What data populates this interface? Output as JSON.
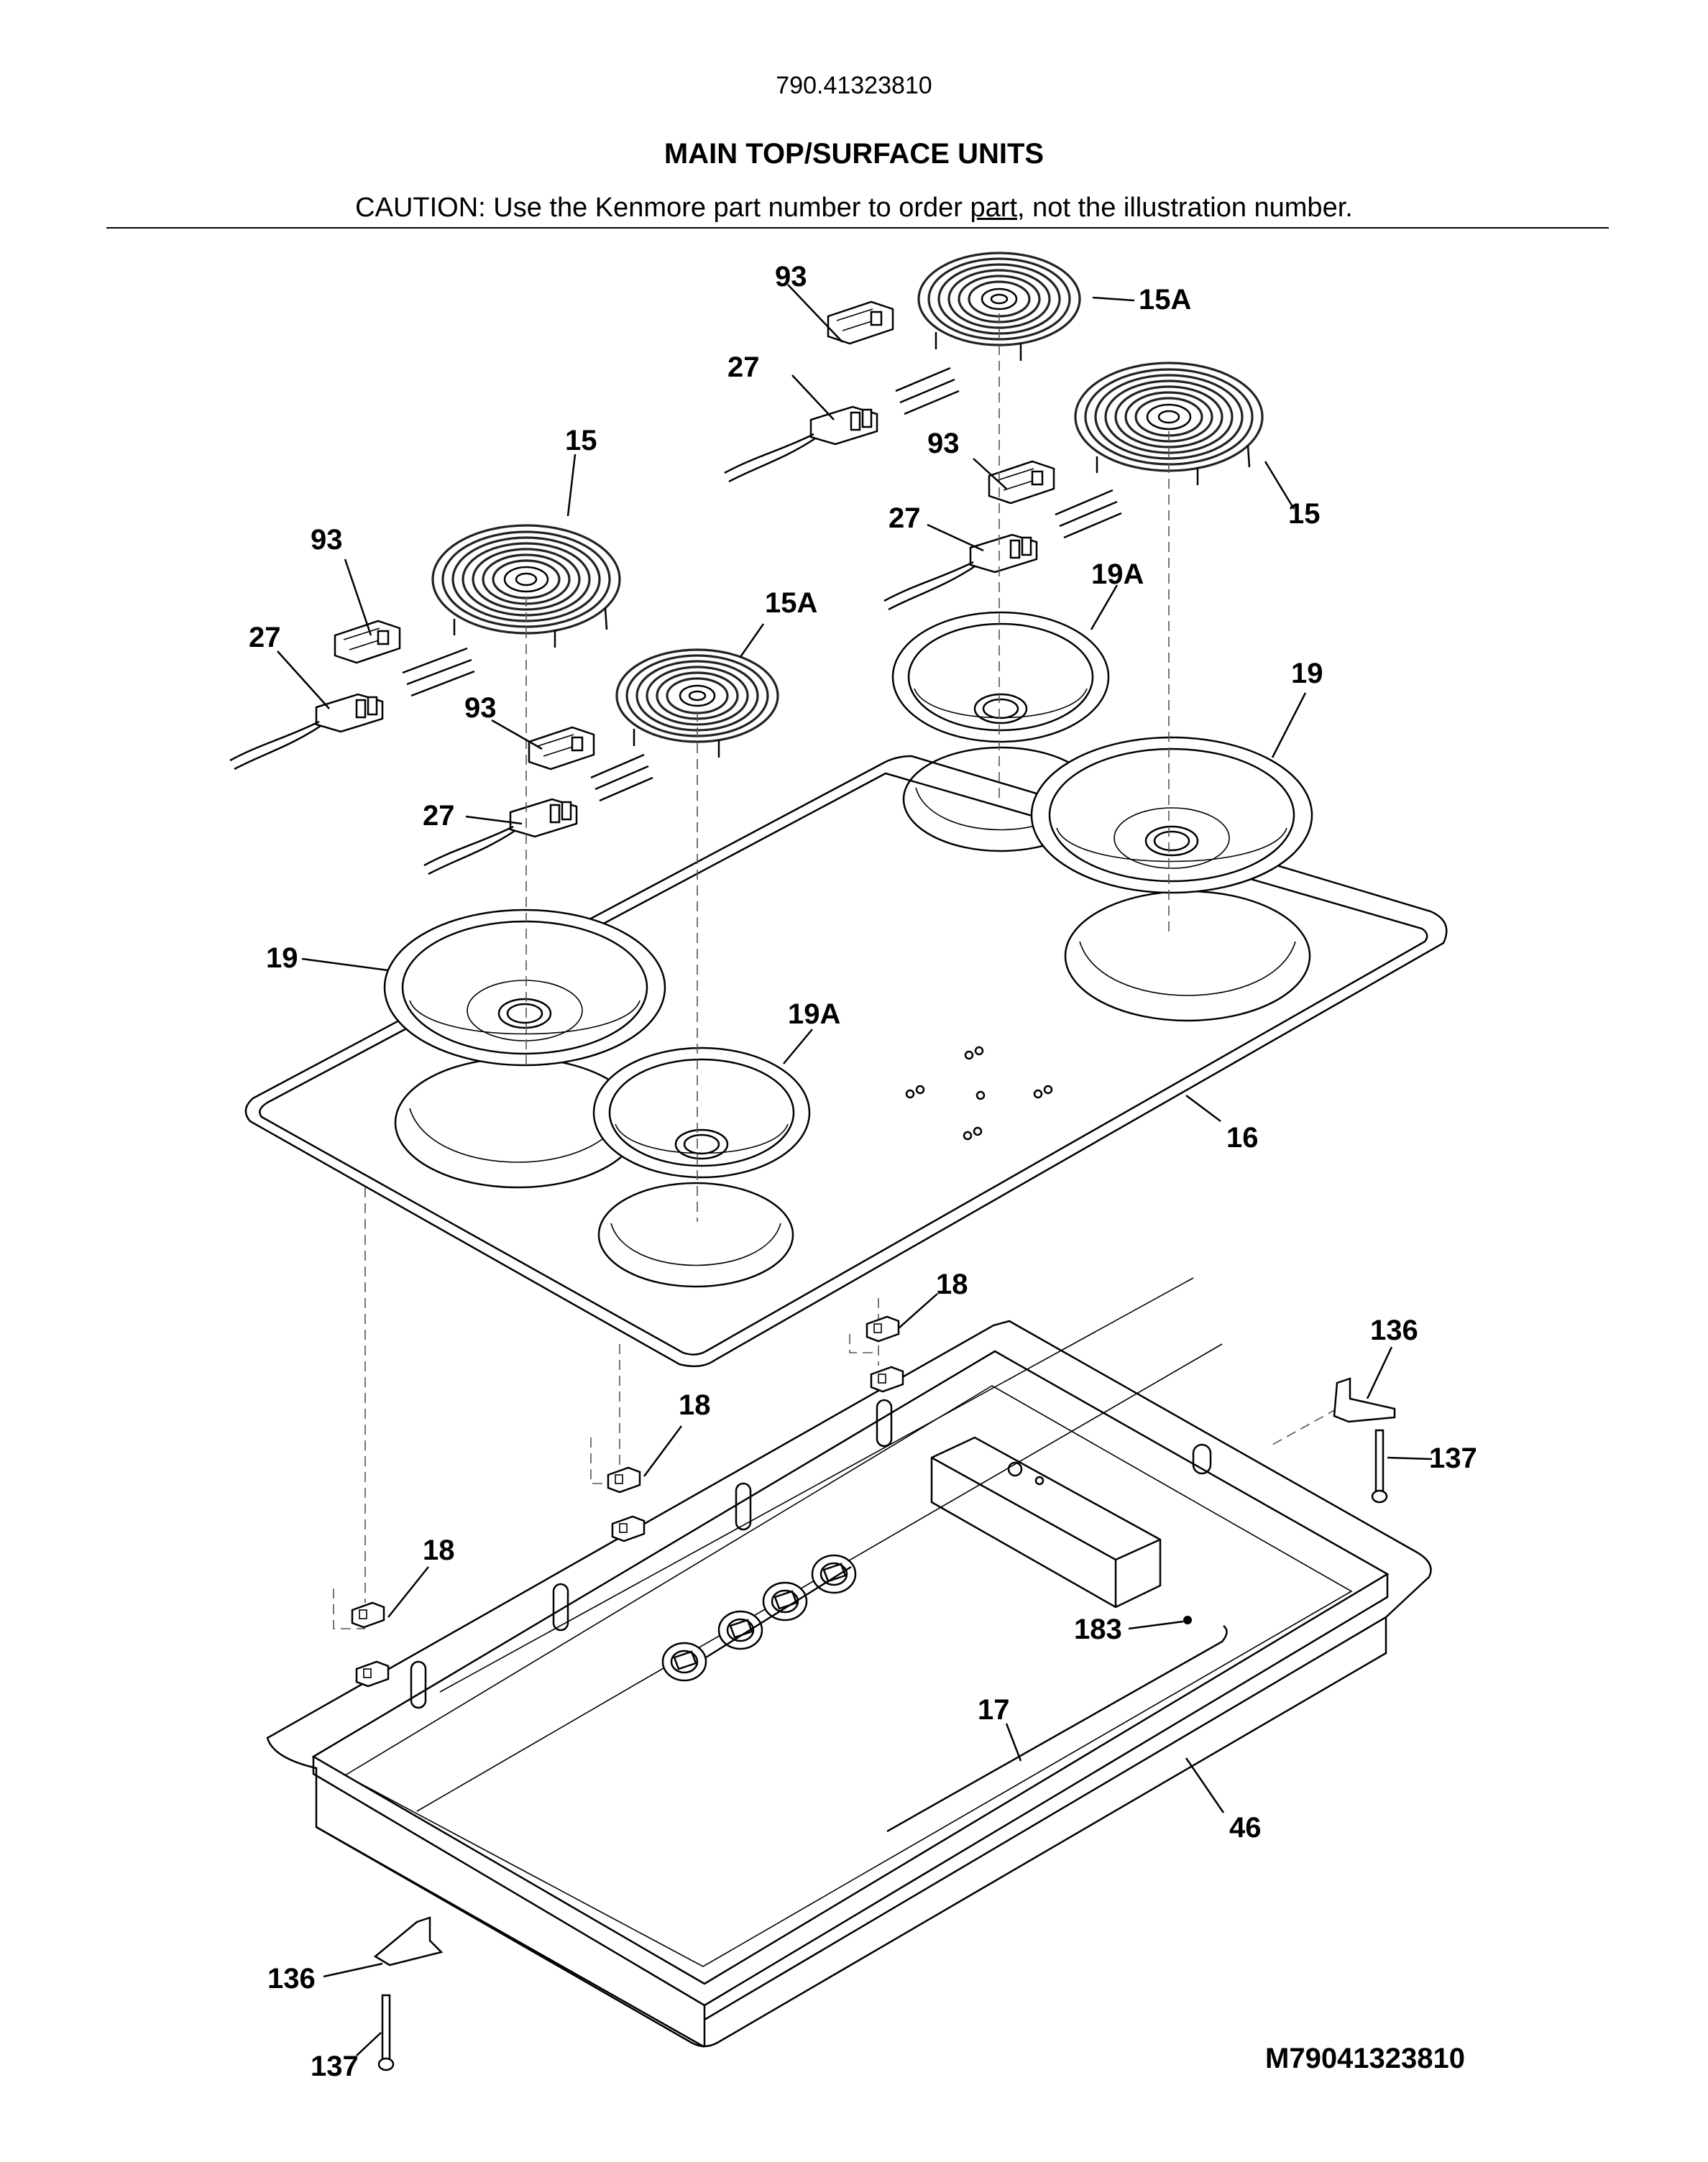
{
  "header": {
    "model_number": "790.41323810",
    "title": "MAIN TOP/SURFACE UNITS",
    "caution_before": "CAUTION: Use the Kenmore part number to order ",
    "caution_link": "part",
    "caution_after": ", not the illustration number."
  },
  "figure_code": "M79041323810",
  "callouts": {
    "c15_left": "15",
    "c15_right": "15",
    "c15a_left": "15A",
    "c15a_right": "15A",
    "c16": "16",
    "c17": "17",
    "c18_a": "18",
    "c18_b": "18",
    "c18_c": "18",
    "c19_left": "19",
    "c19_right": "19",
    "c19a_left": "19A",
    "c19a_right": "19A",
    "c27_a": "27",
    "c27_b": "27",
    "c27_c": "27",
    "c27_d": "27",
    "c46": "46",
    "c93_a": "93",
    "c93_b": "93",
    "c93_c": "93",
    "c93_d": "93",
    "c136_top": "136",
    "c136_bottom": "136",
    "c137_top": "137",
    "c137_bottom": "137",
    "c183": "183"
  }
}
